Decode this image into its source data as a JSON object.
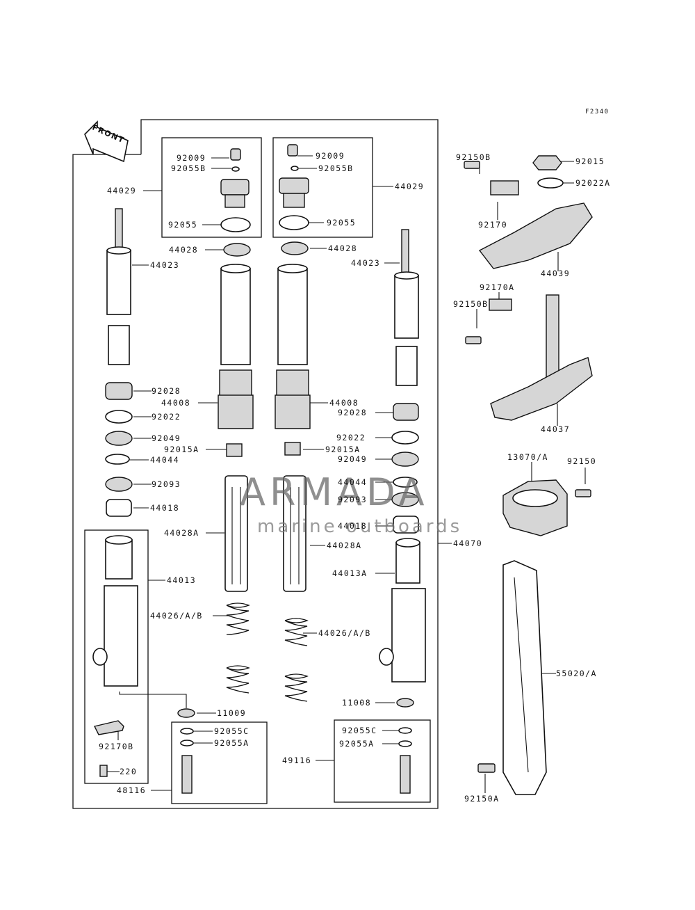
{
  "figure_code": "F2340",
  "front_label": "FRONT",
  "watermark": {
    "brand": "ARMADA",
    "tagline": "marine outboards"
  },
  "labels": {
    "l44029_left": "44029",
    "l44029_right": "44029",
    "l92009_left": "92009",
    "l92055B_left": "92055B",
    "l92055_left": "92055",
    "l92009_right": "92009",
    "l92055B_right": "92055B",
    "l92055_right": "92055",
    "l44028_left": "44028",
    "l44028_right": "44028",
    "l44023_left": "44023",
    "l44023_right": "44023",
    "l92028_left": "92028",
    "l44008_left": "44008",
    "l92022_left": "92022",
    "l92049_left": "92049",
    "l92015A_left": "92015A",
    "l44044_left": "44044",
    "l92093_left": "92093",
    "l44018_left": "44018",
    "l44028A_left": "44028A",
    "l44013_left": "44013",
    "l44026_left": "44026/A/B",
    "l11009": "11009",
    "l92055C_left": "92055C",
    "l92055A_left": "92055A",
    "l92170B": "92170B",
    "l220": "220",
    "l48116": "48116",
    "l44008_right": "44008",
    "l92028_right": "92028",
    "l92022_right": "92022",
    "l92015A_right": "92015A",
    "l92049_right": "92049",
    "l44044_right": "44044",
    "l92093_right": "92093",
    "l44018_right": "44018",
    "l44028A_right": "44028A",
    "l44013A": "44013A",
    "l44026_right": "44026/A/B",
    "l11008": "11008",
    "l92055C_right": "92055C",
    "l92055A_right": "92055A",
    "l49116": "49116",
    "l44070": "44070",
    "l92150B_top": "92150B",
    "l92015": "92015",
    "l92022A": "92022A",
    "l92170": "92170",
    "l44039": "44039",
    "l92170A": "92170A",
    "l92150B_mid": "92150B",
    "l44037": "44037",
    "l13070A": "13070/A",
    "l92150": "92150",
    "l55020A": "55020/A",
    "l92150A": "92150A"
  }
}
